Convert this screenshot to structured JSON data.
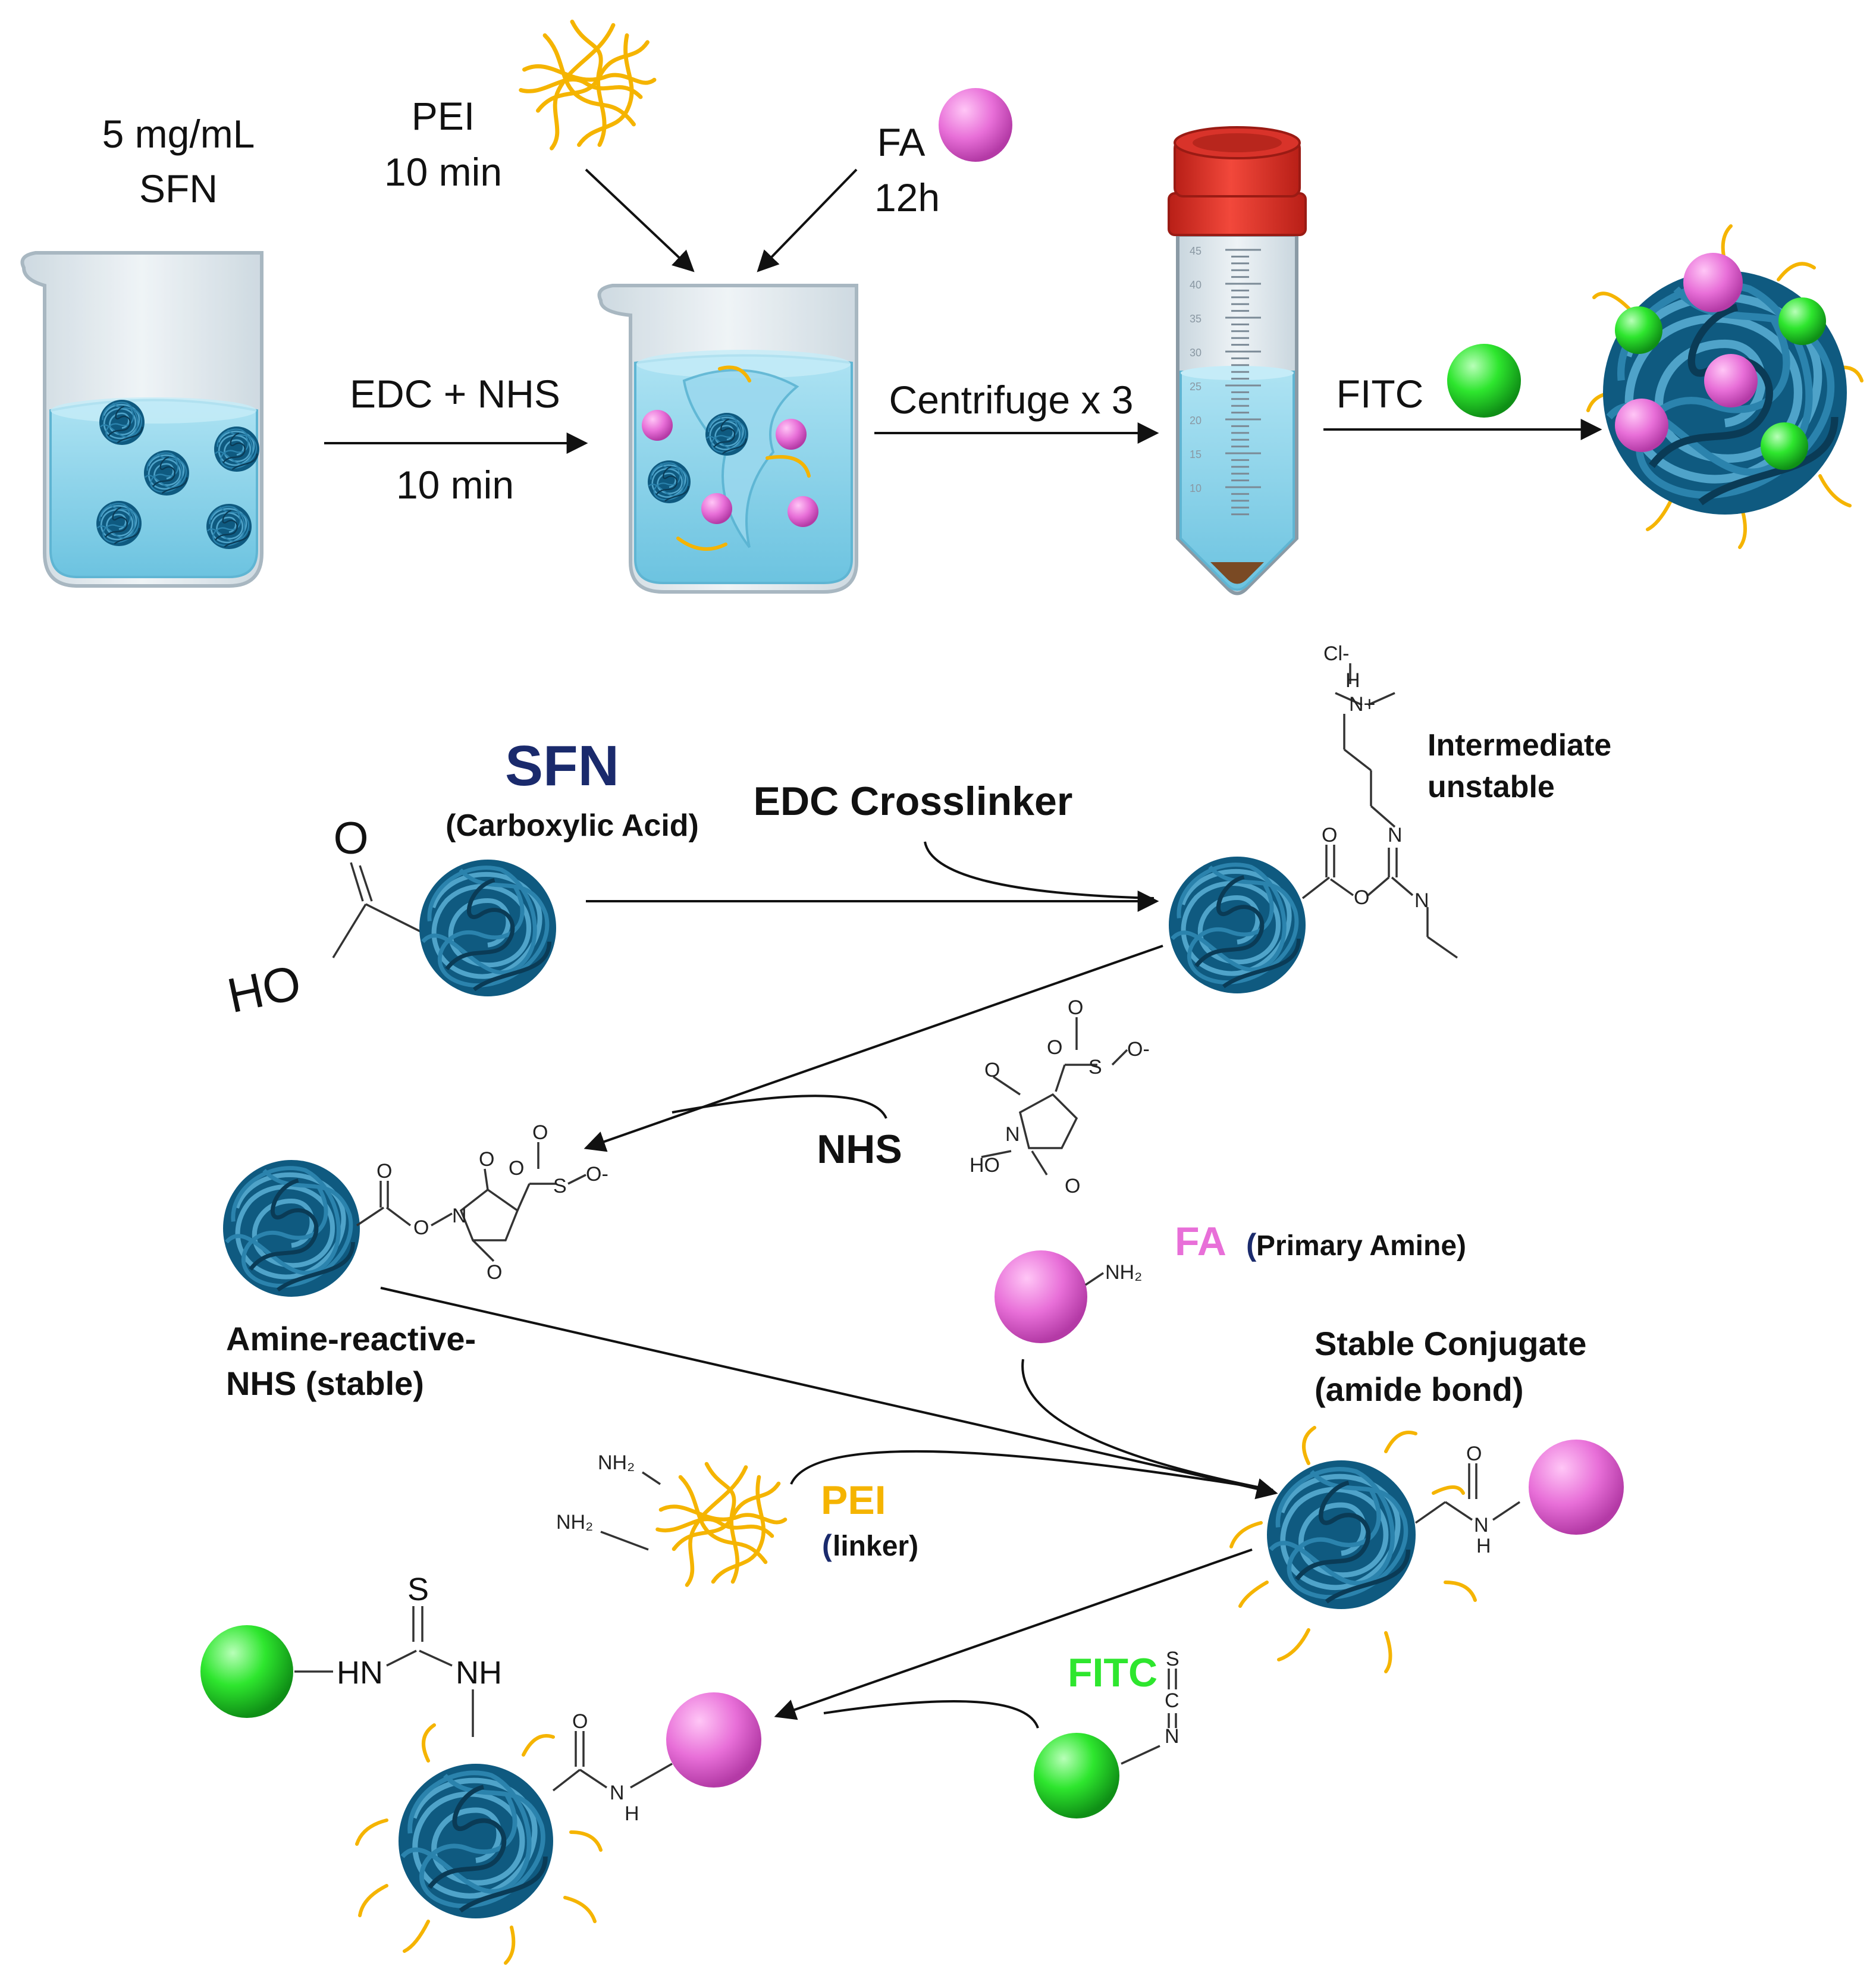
{
  "top_row": {
    "sfn_conc": "5 mg/mL",
    "sfn_name": "SFN",
    "pei_name": "PEI",
    "pei_time": "10 min",
    "fa_name": "FA",
    "fa_time": "12h",
    "edc_nhs": "EDC + NHS",
    "edc_time": "10 min",
    "centrifuge": "Centrifuge x 3",
    "fitc": "FITC",
    "tube_ticks": [
      "45",
      "40",
      "35",
      "30",
      "25",
      "20",
      "15",
      "10"
    ]
  },
  "mechanism": {
    "sfn_title": "SFN",
    "sfn_sub": "(Carboxylic Acid)",
    "ho": "HO",
    "carbonyl_o": "O",
    "edc_label": "EDC Crosslinker",
    "intermediate_1": "Intermediate",
    "intermediate_2": "unstable",
    "cl": "Cl-",
    "h": "H",
    "n_plus": "N+",
    "n": "N",
    "o": "O",
    "nhs_label": "NHS",
    "ho_small": "HO",
    "s": "S",
    "o_minus": "O-",
    "amine_nhs_1": "Amine-reactive-",
    "amine_nhs_2": "NHS (stable)",
    "fa_label": "FA",
    "fa_paren_open": "(",
    "fa_sub": "Primary Amine)",
    "nh2": "NH₂",
    "stable_1": "Stable Conjugate",
    "stable_2": "(amide bond)",
    "pei_label": "PEI",
    "pei_paren_open": "(",
    "pei_sub": "linker)",
    "fitc_label": "FITC",
    "c": "C",
    "hn": "HN",
    "nh": "NH",
    "nh_small": "N",
    "h_small": "H"
  },
  "colors": {
    "sfn_navy": "#1a2a6c",
    "fa_pink": "#e86fd8",
    "pei_gold": "#f5b400",
    "fitc_green": "#2ee62e",
    "water_blue": "#8fd3ea",
    "sfn_ball": "#0f5a80",
    "cap_red": "#e23a2e"
  }
}
